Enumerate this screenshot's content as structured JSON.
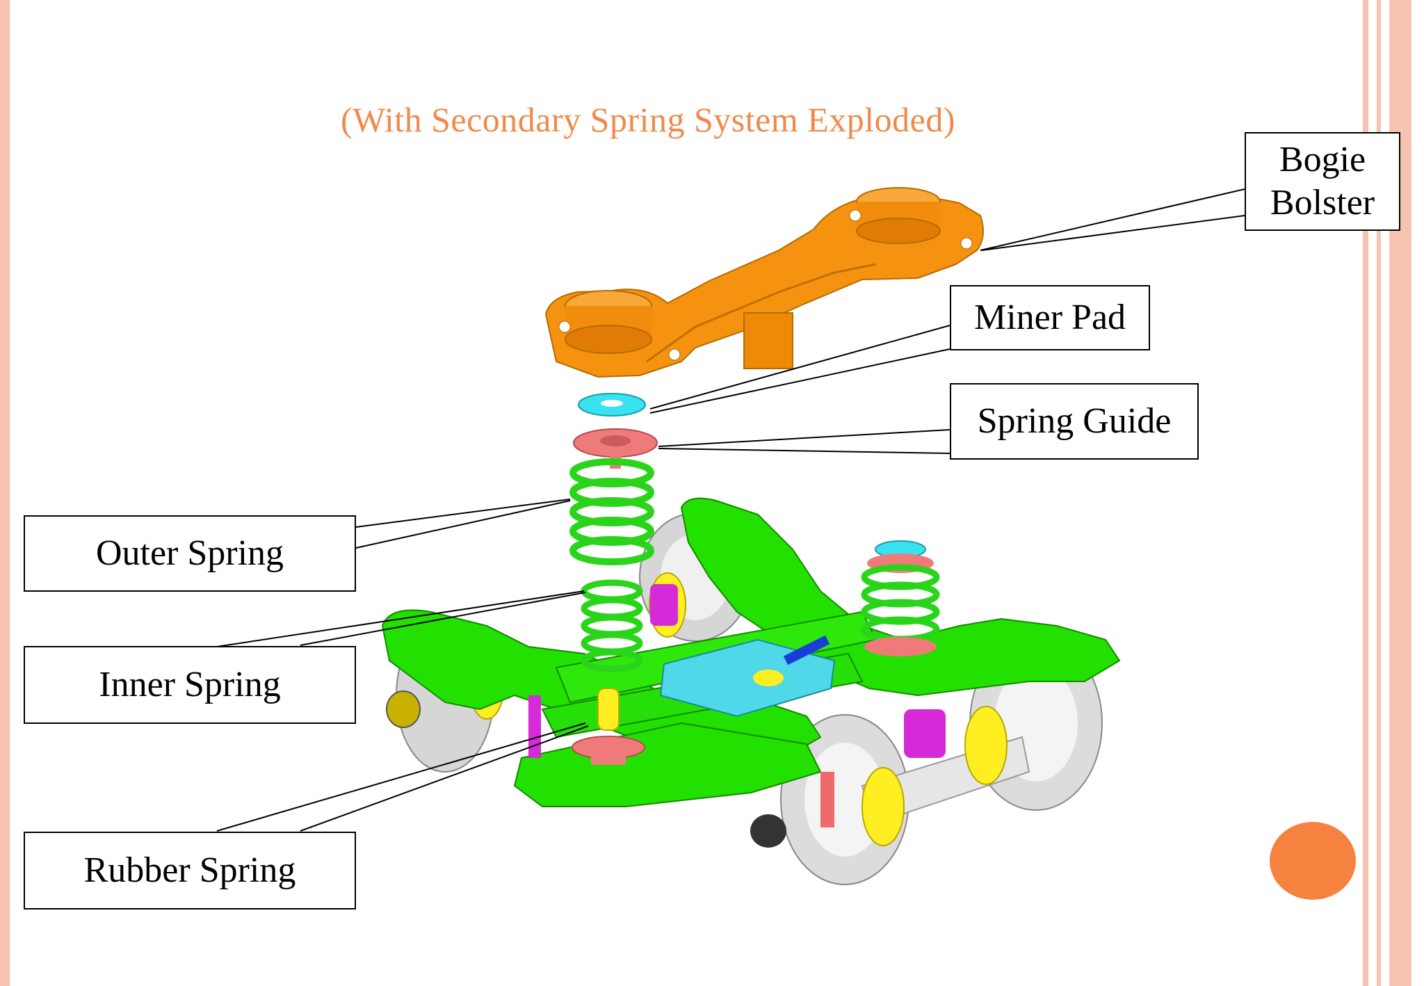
{
  "subtitle": "(With Secondary Spring System  Exploded)",
  "labels": {
    "bogie_bolster_line1": "Bogie",
    "bogie_bolster_line2": "Bolster",
    "miner_pad": "Miner Pad",
    "spring_guide": "Spring Guide",
    "outer_spring": "Outer Spring",
    "inner_spring": "Inner Spring",
    "rubber_spring": "Rubber Spring"
  },
  "colors": {
    "subtitle": "#f08a4b",
    "border": "#f7c3b1",
    "bolster": "#f5920f",
    "frame": "#22e000",
    "spring": "#2ad41a",
    "miner_pad": "#38e2f0",
    "spring_guide": "#ef7a7a",
    "wheel": "#d8d8d8",
    "axle_yellow": "#ffee22",
    "magenta": "#d62ad8",
    "bullet": "#f5833f"
  }
}
